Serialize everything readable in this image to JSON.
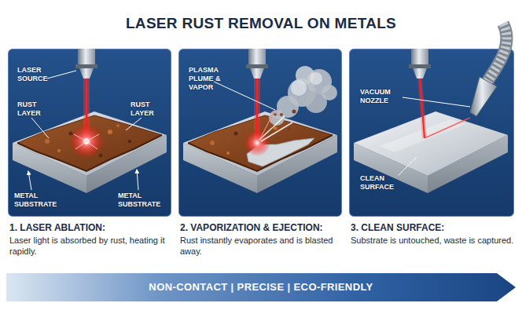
{
  "diagram": {
    "title": "LASER RUST REMOVAL ON METALS",
    "nodes": [
      {
        "text": [
          "1. LASER ABLATION:",
          "Laser light is absorbed by rust, heating it rapidly."
        ]
      },
      {
        "text": [
          "2. VAPORIZATION & EJECTION:",
          "Rust instantly evaporates and is blasted away."
        ]
      },
      {
        "text": [
          "3. CLEAN SURFACE:",
          "Substrate is untouched, waste is captured."
        ]
      },
      {
        "text": [
          "NON-CONTACT | PRECISE | ECO-FRIENDLY"
        ]
      }
    ],
    "labels": [
      "LASER SOURCE",
      "RUST LAYER",
      "RUST LAYER",
      "METAL SUBSTRATE",
      "METAL SUBSTRATE",
      "PLASMA PLUME & VAPOR",
      "VACUUM NOZZLE",
      "CLEAN SURFACE"
    ]
  }
}
